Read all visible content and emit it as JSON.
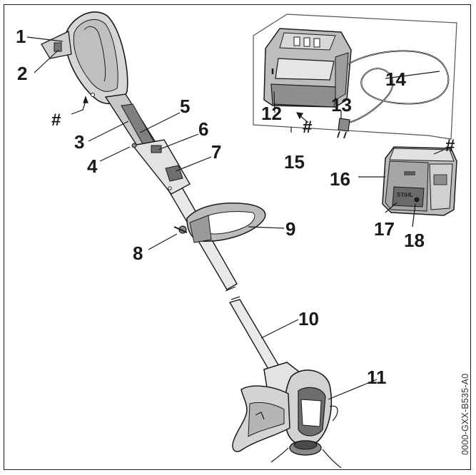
{
  "callouts": {
    "c1": "1",
    "c2": "2",
    "c3": "3",
    "c4": "4",
    "c5": "5",
    "c6": "6",
    "c7": "7",
    "c8": "8",
    "c9": "9",
    "c10": "10",
    "c11": "11",
    "c12": "12",
    "c13": "13",
    "c14": "14",
    "c15": "15",
    "c16": "16",
    "c17": "17",
    "c18": "18"
  },
  "hash_marks": {
    "handle": "#",
    "charger": "#",
    "battery": "#"
  },
  "battery_brand": "STIHL",
  "document_id": "0000-GXX-B535-A0",
  "colors": {
    "line": "#1a1a1a",
    "body_light": "#d9d9d9",
    "body_mid": "#a8a8a8",
    "body_dark": "#6e6e6e",
    "background": "#ffffff"
  }
}
